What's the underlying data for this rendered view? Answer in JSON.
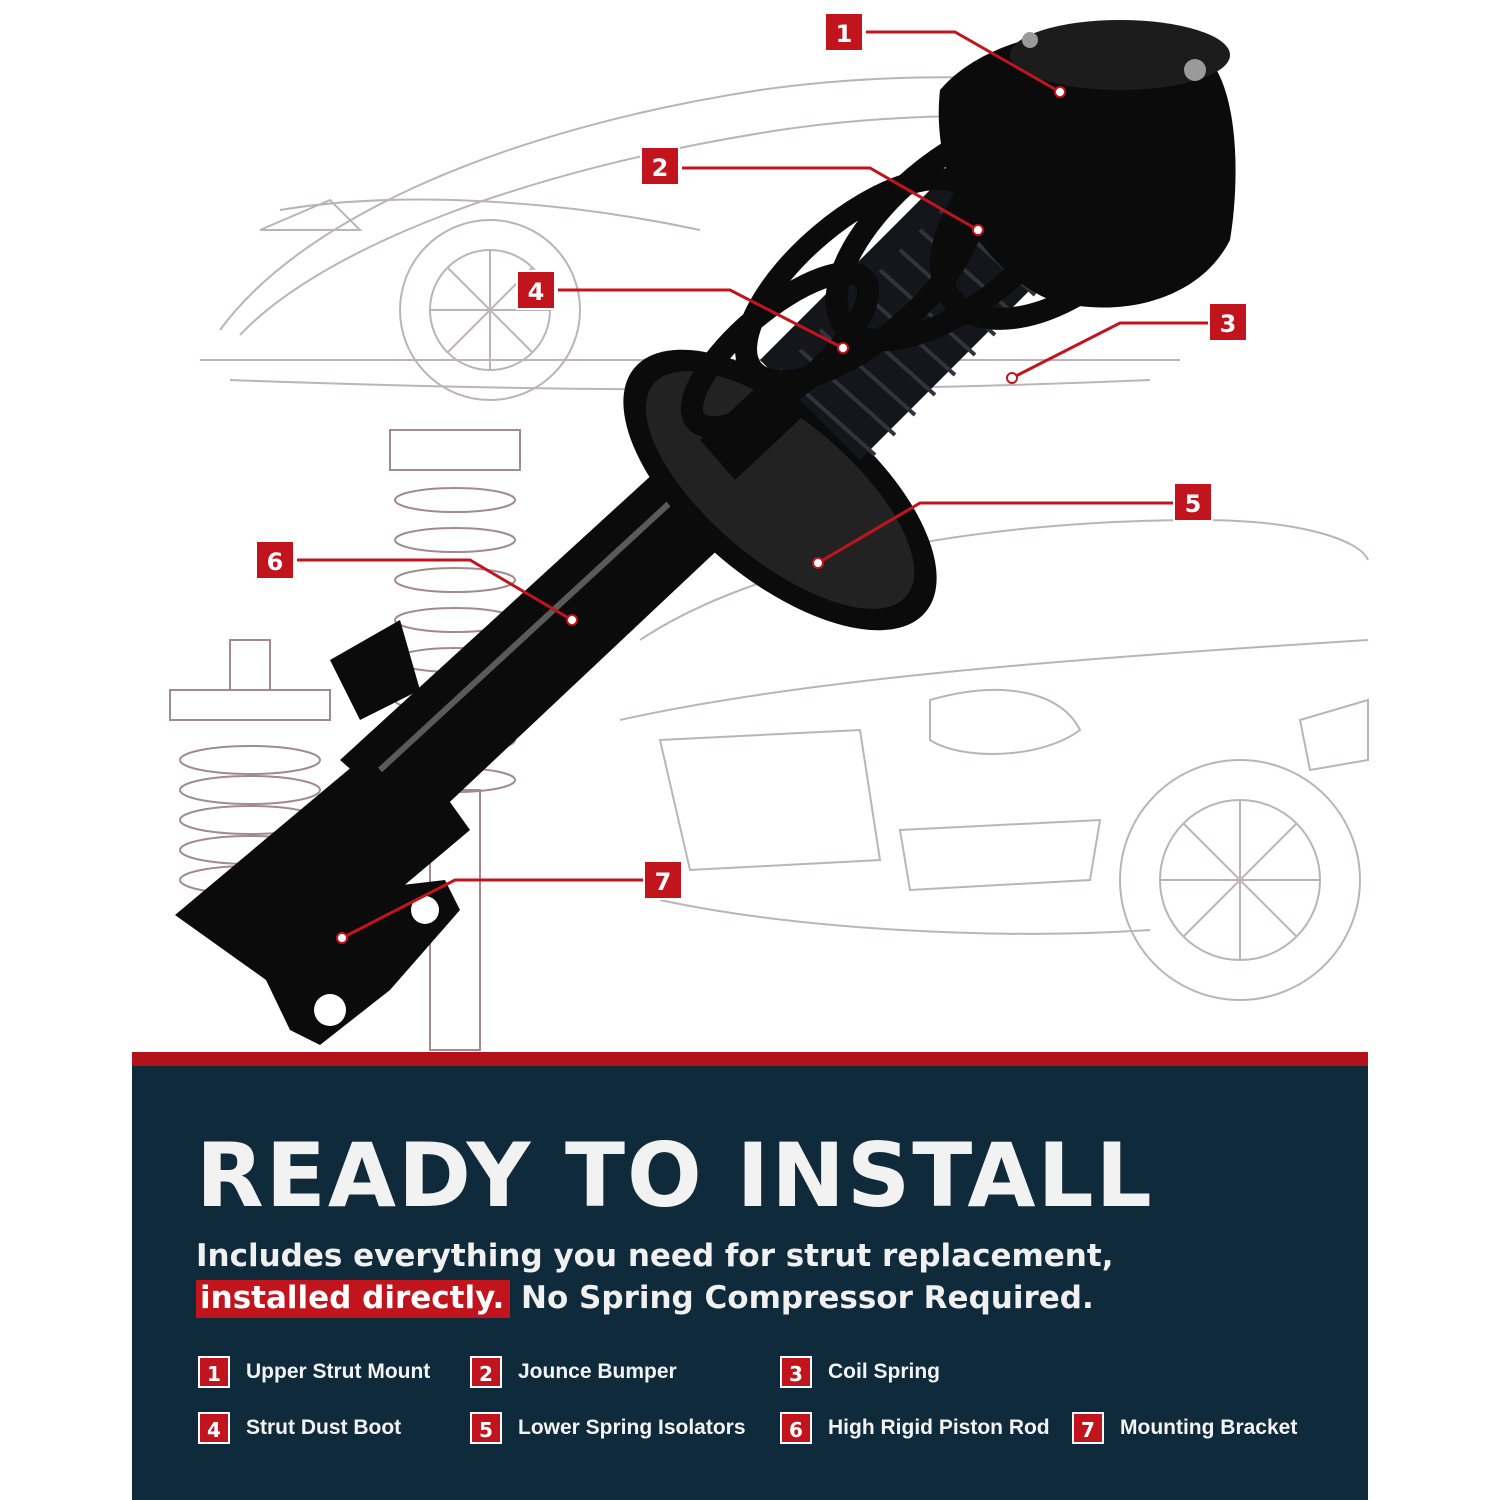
{
  "headline": "READY TO INSTALL",
  "subtitle": {
    "line1": "Includes everything you need for strut replacement,",
    "highlight": "installed directly.",
    "line2_rest": " No Spring Compressor Required."
  },
  "parts": [
    {
      "num": "1",
      "label": "Upper Strut Mount"
    },
    {
      "num": "2",
      "label": "Jounce Bumper"
    },
    {
      "num": "3",
      "label": "Coil Spring"
    },
    {
      "num": "4",
      "label": "Strut Dust Boot"
    },
    {
      "num": "5",
      "label": "Lower Spring Isolators"
    },
    {
      "num": "6",
      "label": "High Rigid Piston Rod"
    },
    {
      "num": "7",
      "label": "Mounting Bracket"
    }
  ],
  "colors": {
    "accent": "#c1141d",
    "panel": "#0f2a3a",
    "strut": "#0b0b0b",
    "sketch": "#9a8a90"
  }
}
